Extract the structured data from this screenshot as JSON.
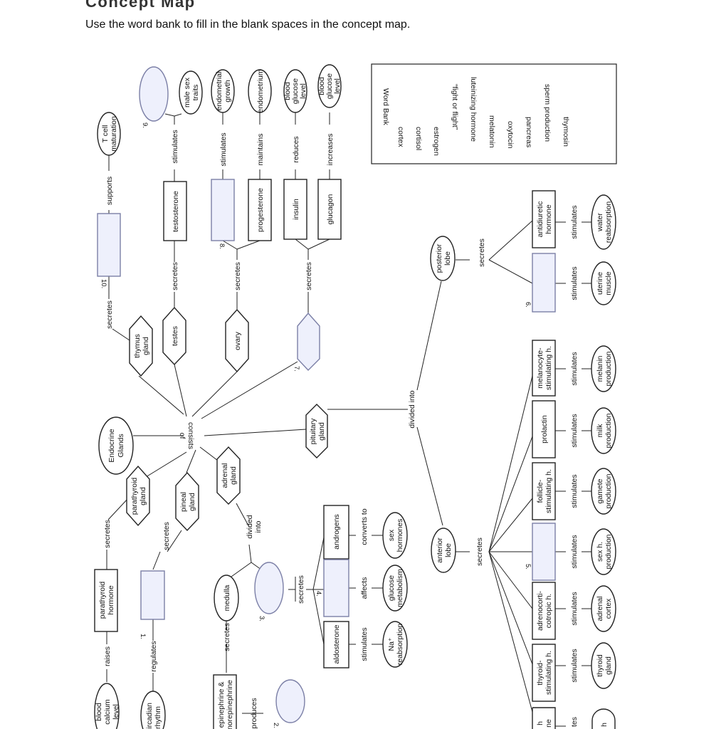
{
  "header": {
    "title": "Concept Map",
    "instruction": "Use the word bank to fill in the blank spaces in the concept map."
  },
  "word_bank": {
    "title": "Word Bank",
    "words": [
      "cortex",
      "cortisol",
      "estrogen",
      "“fight or flight”",
      "luteinizing hormone",
      "melatonin",
      "oxytocin",
      "pancreas",
      "sperm production",
      "thymosin"
    ]
  },
  "colors": {
    "blank_fill": "#eef0fc",
    "blank_stroke": "#7b7fa6",
    "line": "#222222"
  },
  "nodes": {
    "endocrine_glands": [
      "Endocrine",
      "Glands"
    ],
    "consists_of": [
      "consists",
      "of"
    ],
    "parathyroid_gland": [
      "parathyroid",
      "gland"
    ],
    "pineal_gland": [
      "pineal",
      "gland"
    ],
    "adrenal_gland": [
      "adrenal",
      "gland"
    ],
    "pituitary_gland": [
      "pituitary",
      "gland"
    ],
    "thymus_gland": [
      "thymus",
      "gland"
    ],
    "testes": [
      "testes"
    ],
    "ovary": [
      "ovary"
    ],
    "parathyroid_hormone": [
      "parathyroid",
      "hormone"
    ],
    "blood_calcium_level": [
      "blood",
      "calcium",
      "level"
    ],
    "circadian_rhythm": [
      "circadian",
      "rhythm"
    ],
    "medulla": [
      "medulla"
    ],
    "epinephrine": [
      "epinephrine &",
      "norepinephrine"
    ],
    "aldosterone": [
      "aldosterone"
    ],
    "androgens": [
      "androgens"
    ],
    "na_reabsorption": [
      "Na⁺",
      "reabsorption"
    ],
    "glucose_metabolism": [
      "glucose",
      "metabolism"
    ],
    "sex_hormones": [
      "sex",
      "hormones"
    ],
    "testosterone": [
      "testosterone"
    ],
    "progesterone": [
      "progesterone"
    ],
    "insulin": [
      "insulin"
    ],
    "glucagon": [
      "glucagon"
    ],
    "t_cell_maturation": [
      "T cell",
      "maturation"
    ],
    "male_sex_traits": [
      "male sex",
      "traits"
    ],
    "endometrial_growth": [
      "endometrial",
      "growth"
    ],
    "endometrium": [
      "endometrium"
    ],
    "blood_glucose_reduce": [
      "blood",
      "glucose",
      "level"
    ],
    "blood_glucose_increase": [
      "blood",
      "glucose",
      "level"
    ],
    "anterior_lobe": [
      "anterior",
      "lobe"
    ],
    "posterior_lobe": [
      "posterior",
      "lobe"
    ],
    "tsh": [
      "thyroid-",
      "stimulating h."
    ],
    "acth": [
      "adrenocorti-",
      "cotropic h."
    ],
    "fsh": [
      "follicle-",
      "stimulating h."
    ],
    "prolactin": [
      "prolactin"
    ],
    "msh": [
      "melanocyte-",
      "stimulating h."
    ],
    "adh": [
      "antidiuretic",
      "hormone"
    ],
    "thyroid_gland": [
      "thyroid",
      "gland"
    ],
    "adrenal_cortex": [
      "adrenal",
      "cortex"
    ],
    "sex_h_production": [
      "sex h.",
      "production"
    ],
    "gamete_production": [
      "gamete",
      "production"
    ],
    "milk_production": [
      "milk",
      "production"
    ],
    "melanin_production": [
      "melanin",
      "production"
    ],
    "uterine_muscle": [
      "uterine",
      "muscle"
    ],
    "water_reabsorption": [
      "water",
      "reabsorption"
    ],
    "edge_gh": [
      "h",
      "ne"
    ],
    "edge_oval": [
      "h"
    ]
  },
  "links": {
    "secretes": "secretes",
    "raises": "raises",
    "regulates": "regulates",
    "produces": "produces",
    "divided_into": [
      "divided",
      "into"
    ],
    "divided_into_pit": "divided into",
    "stimulates": "stimulates",
    "affects": "affects",
    "converts_to": "converts to",
    "supports": "supports",
    "maintains": "maintains",
    "reduces": "reduces",
    "increases": "increases",
    "edge_tes": "tes"
  },
  "blank_numbers": [
    "1.",
    "2.",
    "3.",
    "4.",
    "5.",
    "6.",
    "7.",
    "8.",
    "9.",
    "10."
  ]
}
